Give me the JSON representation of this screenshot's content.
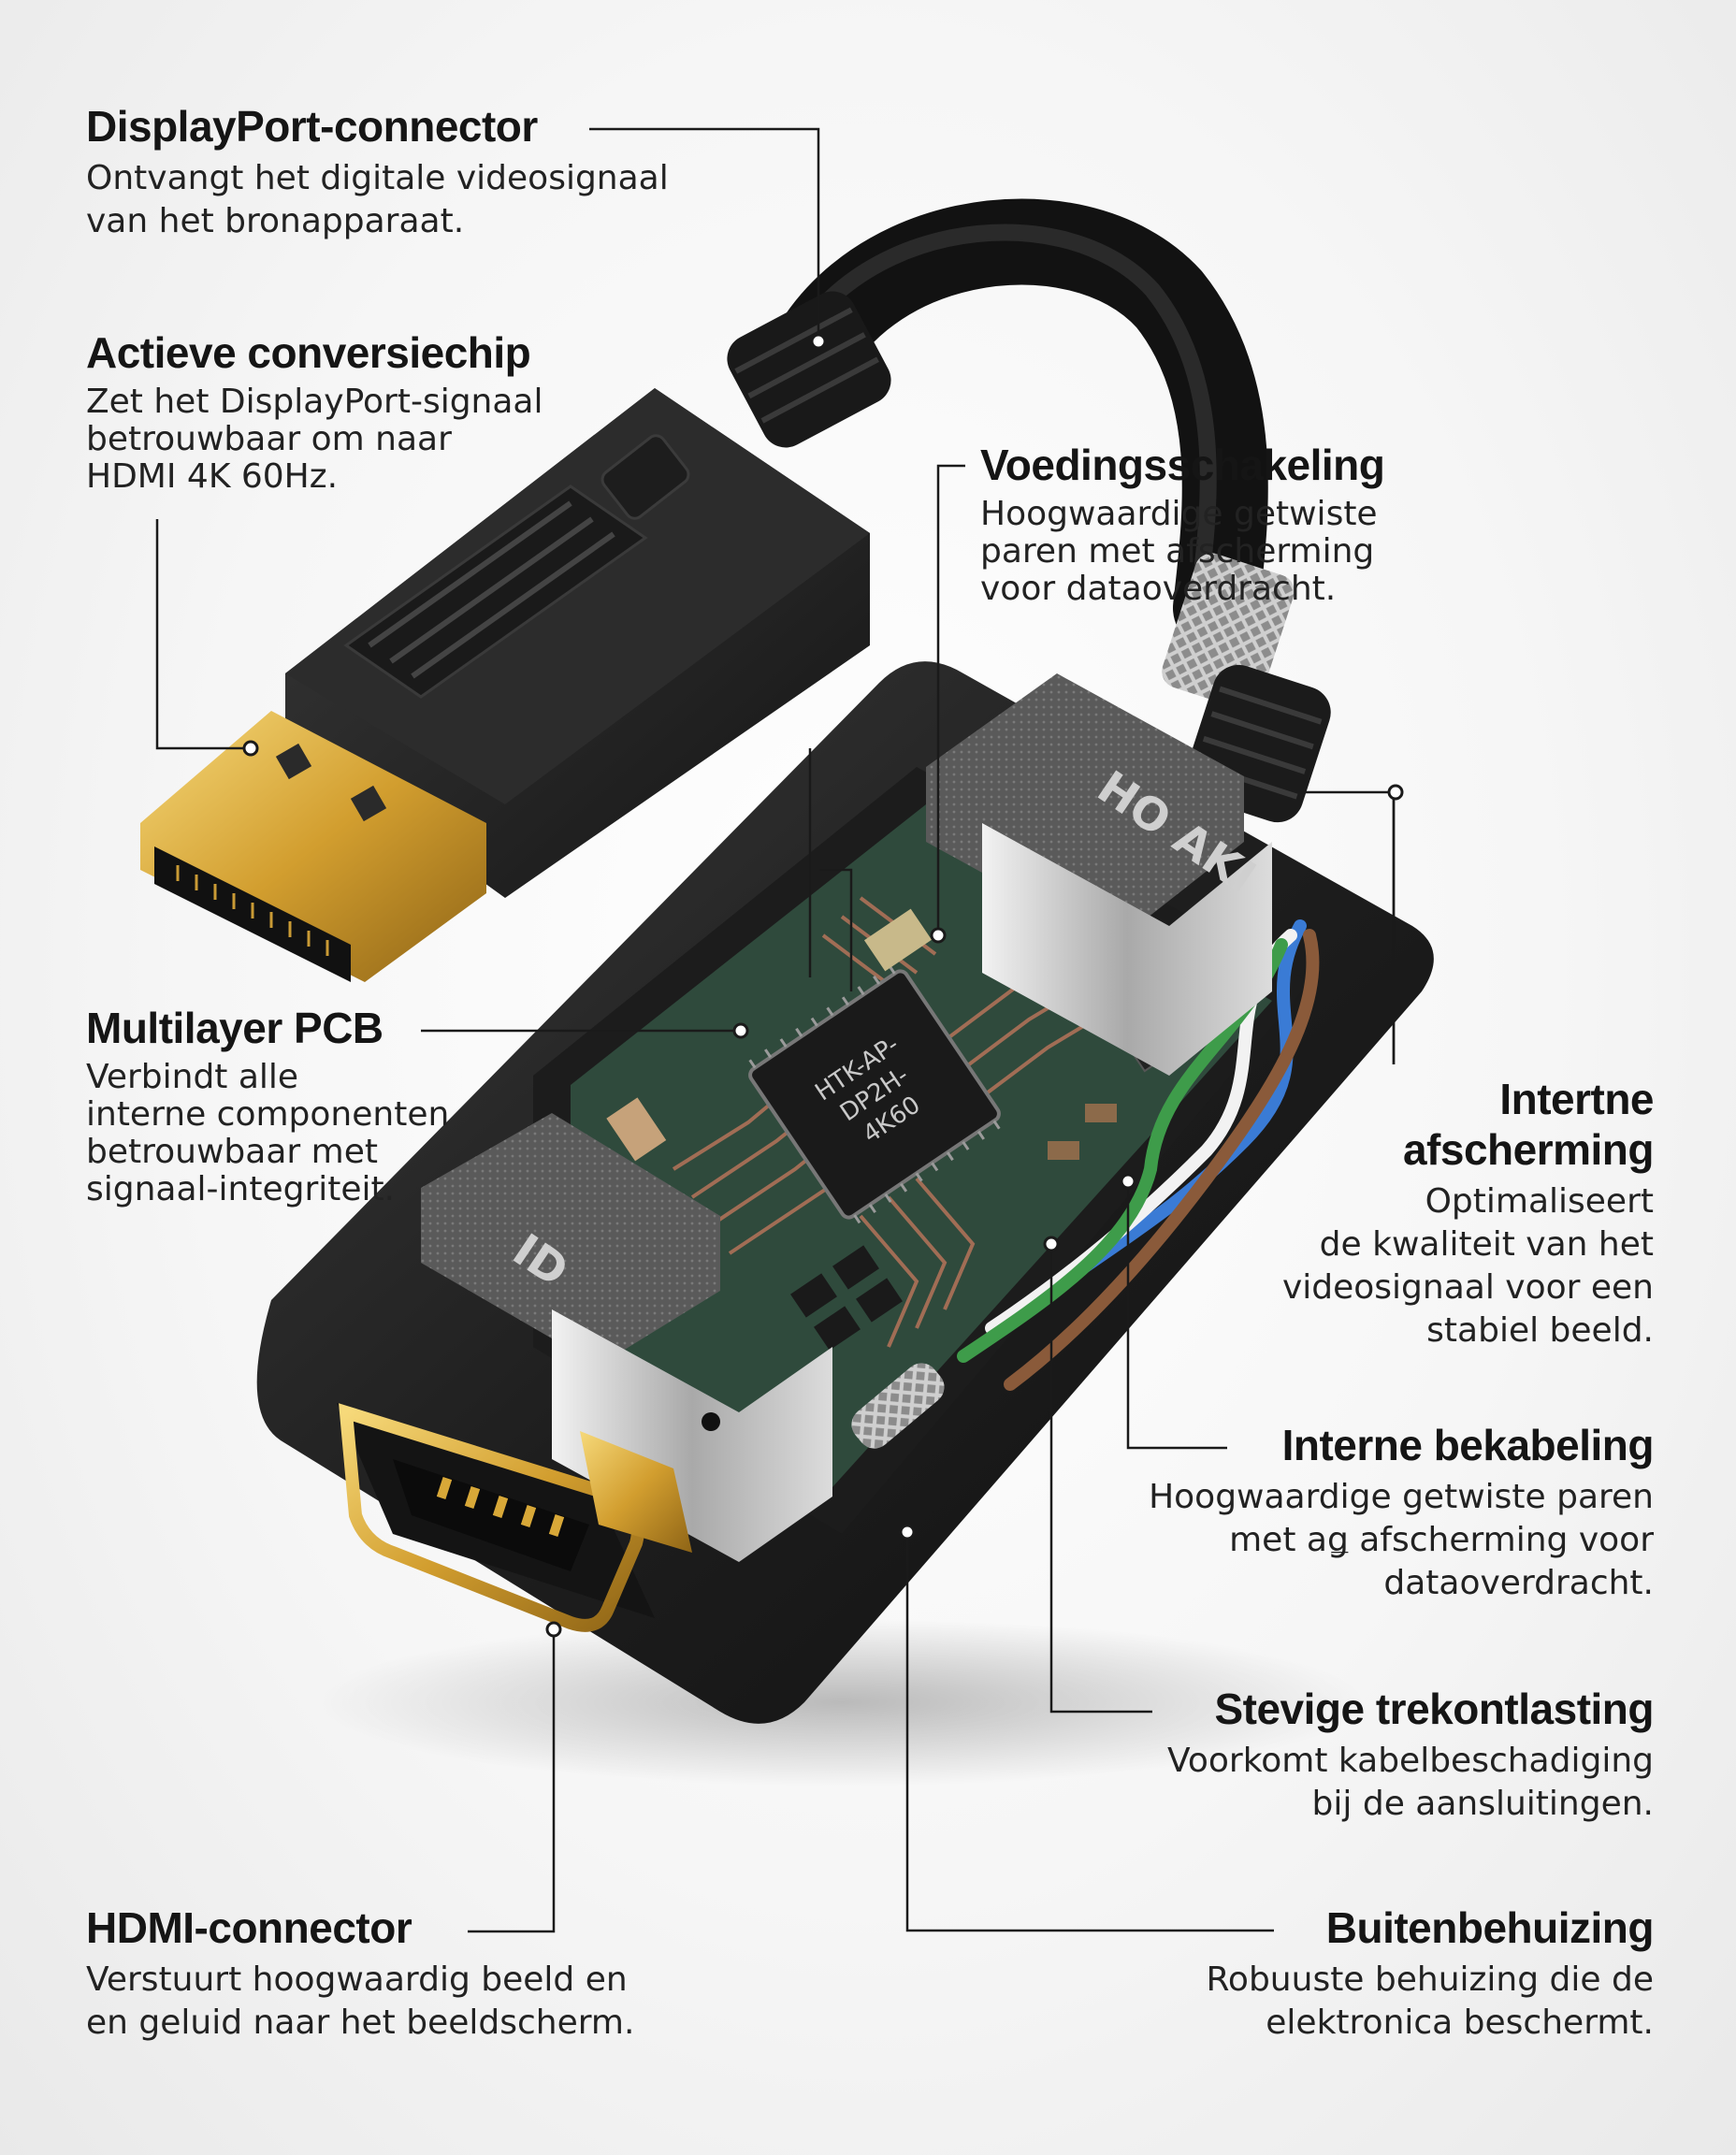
{
  "callouts": [
    {
      "id": "displayport-connector",
      "title": "DisplayPort-connector",
      "text": "Ontvangt het digitale videosignaal\nvan het bronapparaat."
    },
    {
      "id": "actieve-conversiechip",
      "title": "Actieve conversiechip",
      "text": "Zet het DisplayPort-signaal\nbetrouwbaar om naar\nHDMI 4K 60Hz."
    },
    {
      "id": "voedingsschakeling",
      "title": "Voedingsschakeling",
      "text": "Hoogwaardige getwiste\nparen met afscherming\nvoor dataoverdracht."
    },
    {
      "id": "multilayer-pcb",
      "title": "Multilayer PCB",
      "text": "Verbindt alle\ninterne componenten\nbetrouwbaar met\nsignaal-integriteit."
    },
    {
      "id": "interne-afscherming",
      "title": "Intertne\nafscherming",
      "text": "Optimaliseert\nde kwaliteit van het\nvideosignaal voor een\nstabiel beeld."
    },
    {
      "id": "interne-bekabeling",
      "title": "Interne bekabeling",
      "text": "Hoogwaardige getwiste paren\nmet aǥ afscherming voor\ndataoverdracht."
    },
    {
      "id": "stevige-trekontlasting",
      "title": "Stevige trekontlasting",
      "text": "Voorkomt kabelbeschadiging\nbij de aansluitingen."
    },
    {
      "id": "hdmi-connector",
      "title": "HDMI-connector",
      "text": "Verstuurt hoogwaardig beeld en\nen geluid naar het beeldscherm."
    },
    {
      "id": "buitenbehuizing",
      "title": "Buitenbehuizing",
      "text": "Robuuste behuizing die de\nelektronica beschermt."
    }
  ],
  "chip": {
    "marking": [
      "HTK-AP-",
      "DP2H-",
      "4K60"
    ]
  },
  "housing_marks": {
    "top_label": "HO AKI",
    "bottom_label": "ID"
  },
  "colors": {
    "housing": "#2a2a2a",
    "cable": "#1a1a1a",
    "gold": "#d8a838",
    "pcb": "#2f4a3c",
    "copper": "#b5745a",
    "leader": "#1a1a1a"
  }
}
